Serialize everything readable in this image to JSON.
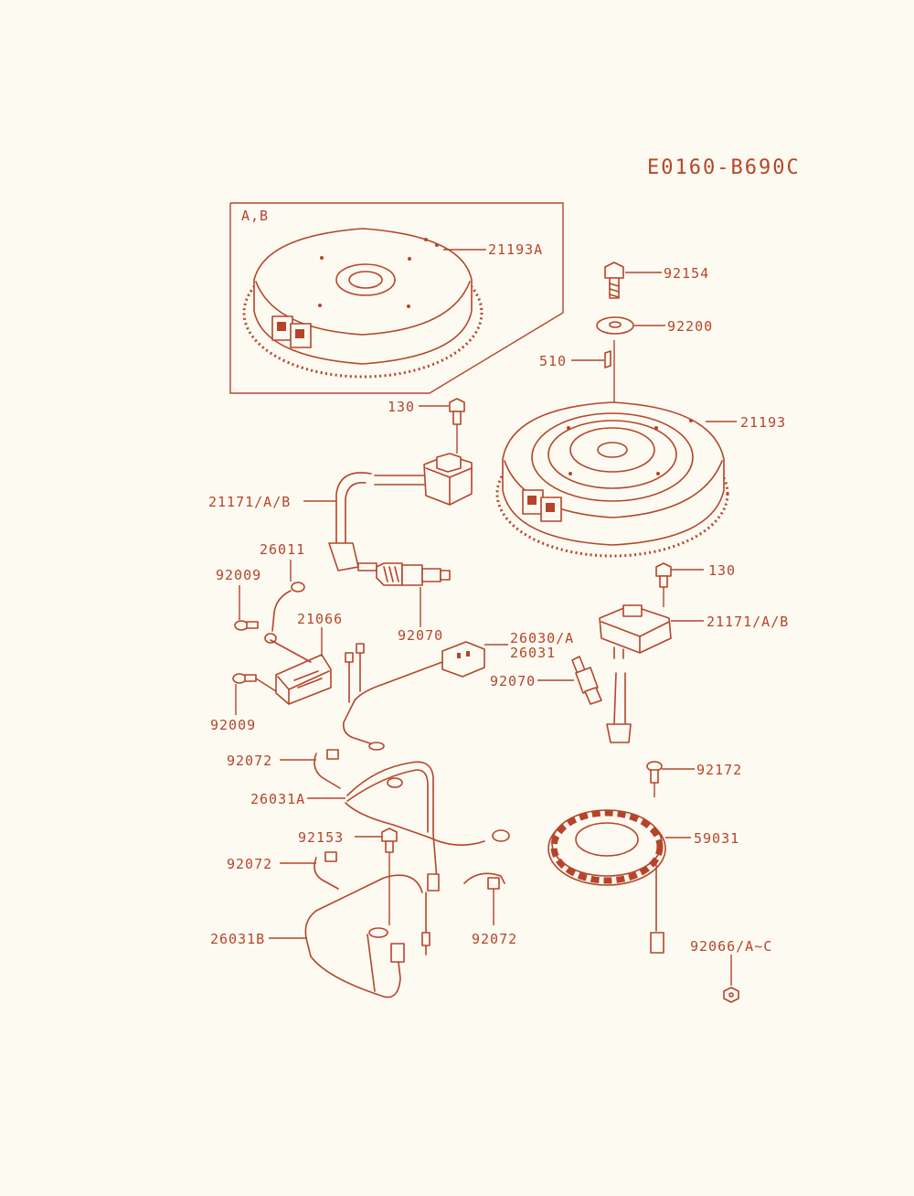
{
  "diagram": {
    "drawing_code": "E0160-B690C",
    "inset_variant_label": "A,B",
    "parts": {
      "p21193A": "21193A",
      "p92154": "92154",
      "p92200": "92200",
      "p510": "510",
      "p130a": "130",
      "p21193": "21193",
      "p21171a": "21171/A/B",
      "p26011": "26011",
      "p92009a": "92009",
      "p21066": "21066",
      "p92070a": "92070",
      "p26030": "26030/A",
      "p26031": "26031",
      "p130b": "130",
      "p21171b": "21171/A/B",
      "p92070b": "92070",
      "p92009b": "92009",
      "p92072a": "92072",
      "p92172": "92172",
      "p26031A": "26031A",
      "p92153": "92153",
      "p59031": "59031",
      "p92072b": "92072",
      "p92072c": "92072",
      "p26031B": "26031B",
      "p92066": "92066/A~C"
    }
  }
}
